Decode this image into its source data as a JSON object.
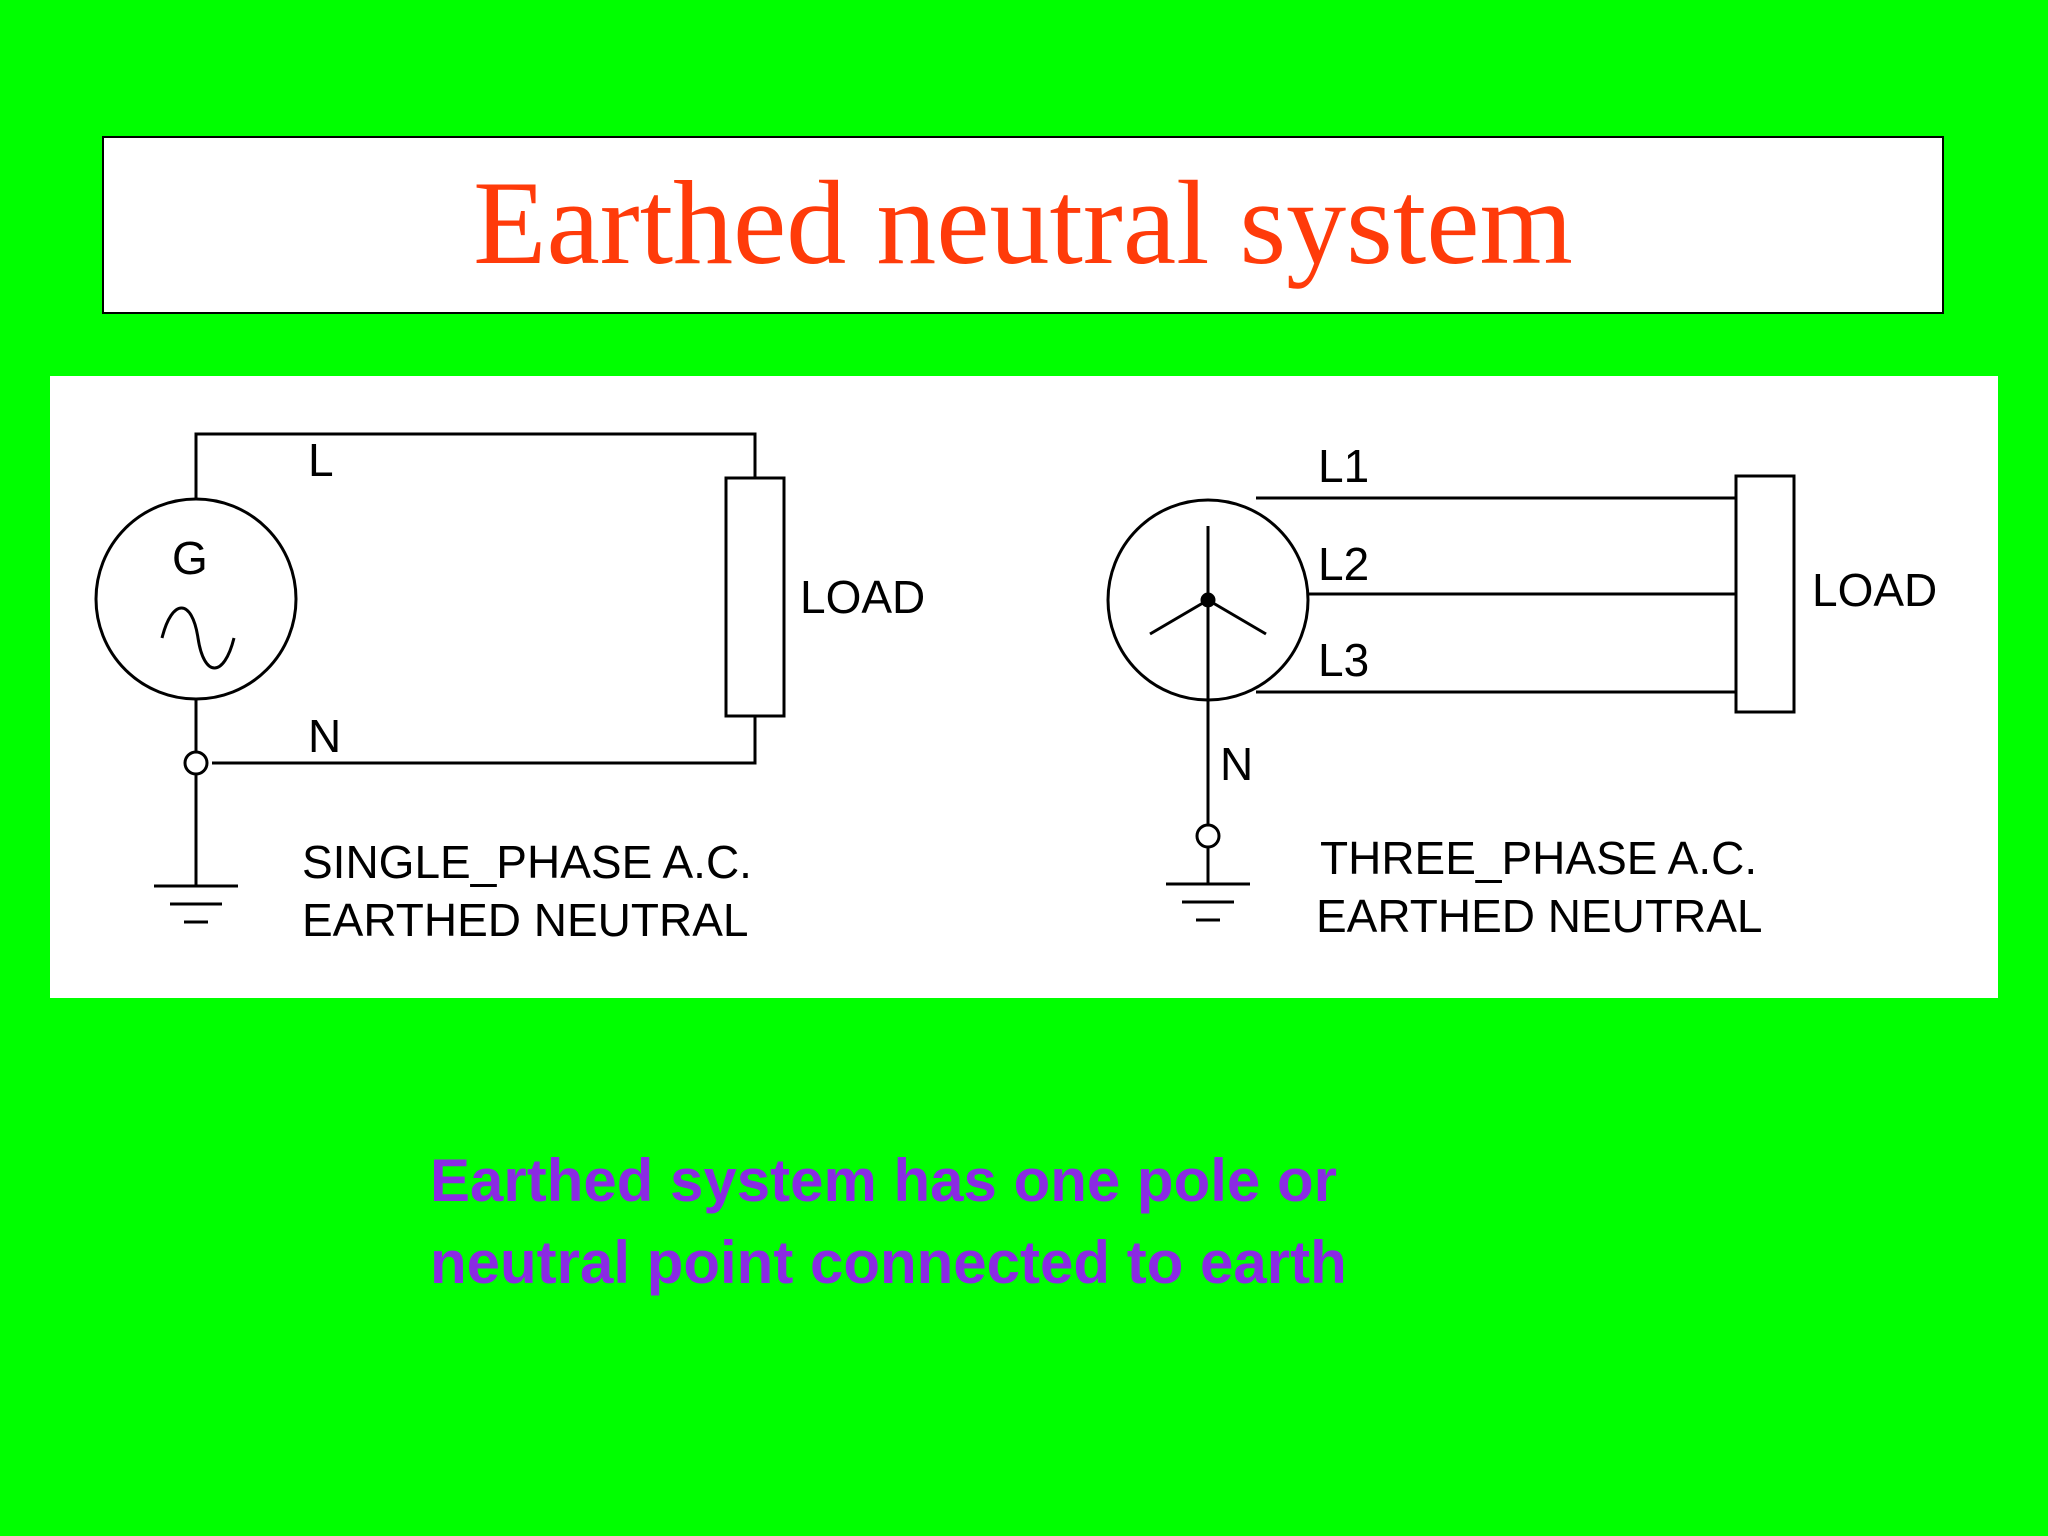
{
  "title": "Earthed neutral system",
  "colors": {
    "background": "#00ff00",
    "title_text": "#ff3b0a",
    "caption_text": "#8a2be2",
    "panel": "#ffffff",
    "lines": "#000000"
  },
  "single_phase": {
    "generator_label": "G",
    "line_label": "L",
    "neutral_label": "N",
    "load_label": "LOAD",
    "caption_line1": "SINGLE_PHASE A.C.",
    "caption_line2": "EARTHED NEUTRAL"
  },
  "three_phase": {
    "line1_label": "L1",
    "line2_label": "L2",
    "line3_label": "L3",
    "neutral_label": "N",
    "load_label": "LOAD",
    "caption_line1": "THREE_PHASE A.C.",
    "caption_line2": "EARTHED NEUTRAL"
  },
  "caption": {
    "line1": "Earthed system has one pole or",
    "line2": "neutral point connected to earth"
  }
}
